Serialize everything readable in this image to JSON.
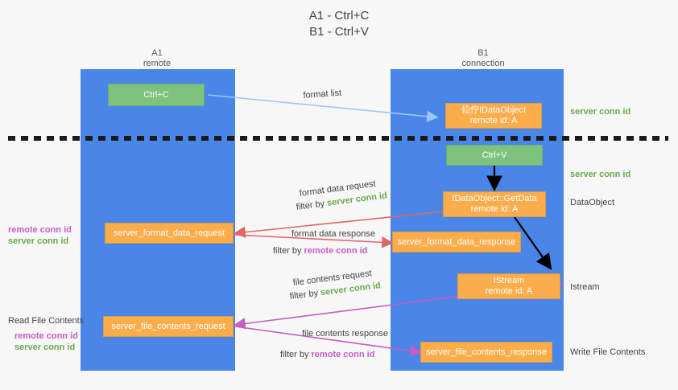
{
  "title": {
    "line1": "A1 - Ctrl+C",
    "line2": "B1 - Ctrl+V"
  },
  "lanes": [
    {
      "name": "A1",
      "subtitle": "remote"
    },
    {
      "name": "B1",
      "subtitle": "connection"
    }
  ],
  "colors": {
    "lane": "#4a86e8",
    "box_orange": "#fbad4b",
    "box_green": "#7dc37d",
    "server_conn_id": "#6aa84f",
    "remote_conn_id": "#c45ec4",
    "arrow_blue": "#9fc5f8",
    "arrow_red": "#e06666",
    "arrow_magenta": "#c45ec4",
    "arrow_black": "#000000",
    "background": "#f7f7f7"
  },
  "boxes": {
    "ctrl_c": "Ctrl+C",
    "ctrl_v": "Ctrl+V",
    "data_object_top_line1": "佡佇IDataObject",
    "data_object_top_line2": "remote id: A",
    "get_data_line1": "IDataObject::GetData",
    "get_data_line2": "remote id: A",
    "istream_line1": "IStream",
    "istream_line2": "remote id: A",
    "server_format_data_request": "server_format_data_request",
    "server_format_data_response": "server_format_data_response",
    "server_file_contents_request": "server_file_contents_request",
    "server_file_contents_response": "server_file_contents_response"
  },
  "right_labels": {
    "server_conn_id_top": "server conn id",
    "server_conn_id_mid": "server conn id",
    "data_object": "DataObject",
    "istream": "Istream",
    "write_file_contents": "Write File Contents"
  },
  "left_labels": {
    "remote_conn_id_1": "remote conn id",
    "server_conn_id_1": "server conn id",
    "read_file_contents": "Read File Contents",
    "remote_conn_id_2": "remote conn id",
    "server_conn_id_2": "server conn id"
  },
  "arrow_labels": {
    "format_list": "format list",
    "format_data_request": "format data request",
    "filter_by": "filter by",
    "server_conn_id": "server conn id",
    "format_data_response": "format data response",
    "remote_conn_id": "remote conn id",
    "file_contents_request": "file contents request",
    "file_contents_response": "file contents response"
  }
}
